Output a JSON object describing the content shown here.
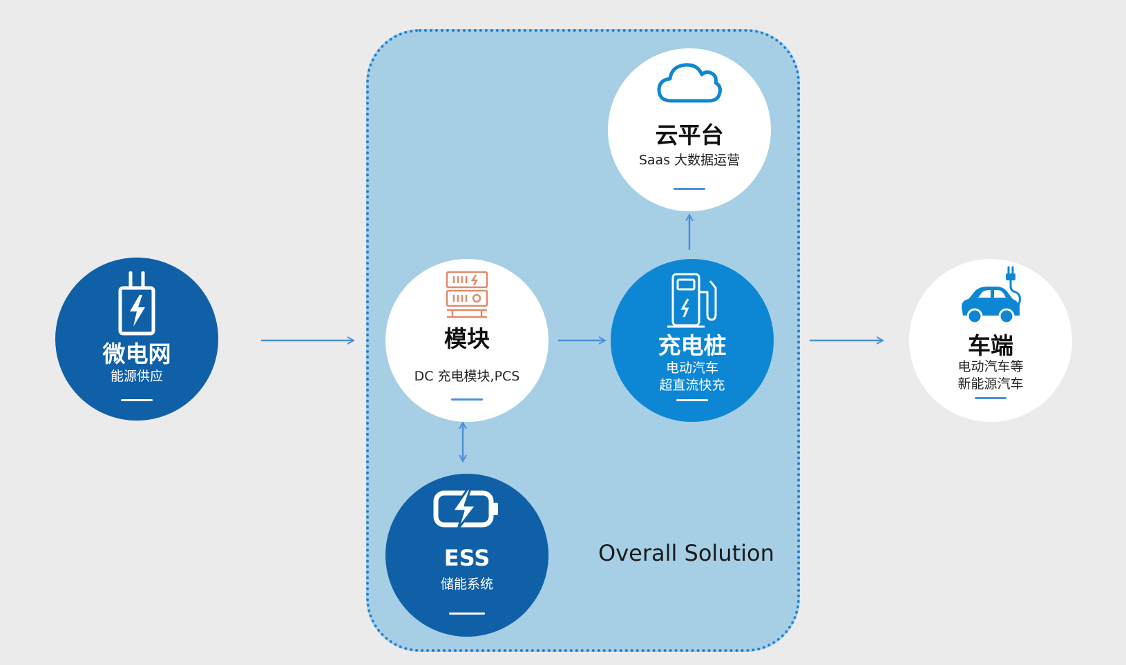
{
  "nodes": {
    "microgrid": {
      "title": "微电网",
      "sub": "能源供应",
      "icon": "power-plug-bolt-icon"
    },
    "module": {
      "title": "模块",
      "sub": "DC 充电模块,PCS",
      "icon": "charging-module-rack-icon"
    },
    "charger": {
      "title": "充电桩",
      "sub_line1": "电动汽车",
      "sub_line2": "超直流快充",
      "icon": "charging-station-icon"
    },
    "cloud": {
      "title": "云平台",
      "sub": "Saas 大数据运营",
      "icon": "cloud-icon"
    },
    "ess": {
      "title": "ESS",
      "sub": "储能系统",
      "icon": "battery-bolt-icon"
    },
    "vehicle": {
      "title": "车端",
      "sub_line1": "电动汽车等",
      "sub_line2": "新能源汽车",
      "icon": "electric-car-plug-icon"
    }
  },
  "group_label": "Overall Solution",
  "colors": {
    "background": "#ebebeb",
    "group_fill": "#a6cfe6",
    "group_border": "#1f7fd0",
    "dark_blue": "#1060a8",
    "mid_blue": "#0d87d4",
    "arrow": "#4a90d9",
    "module_icon": "#e08a6a"
  }
}
